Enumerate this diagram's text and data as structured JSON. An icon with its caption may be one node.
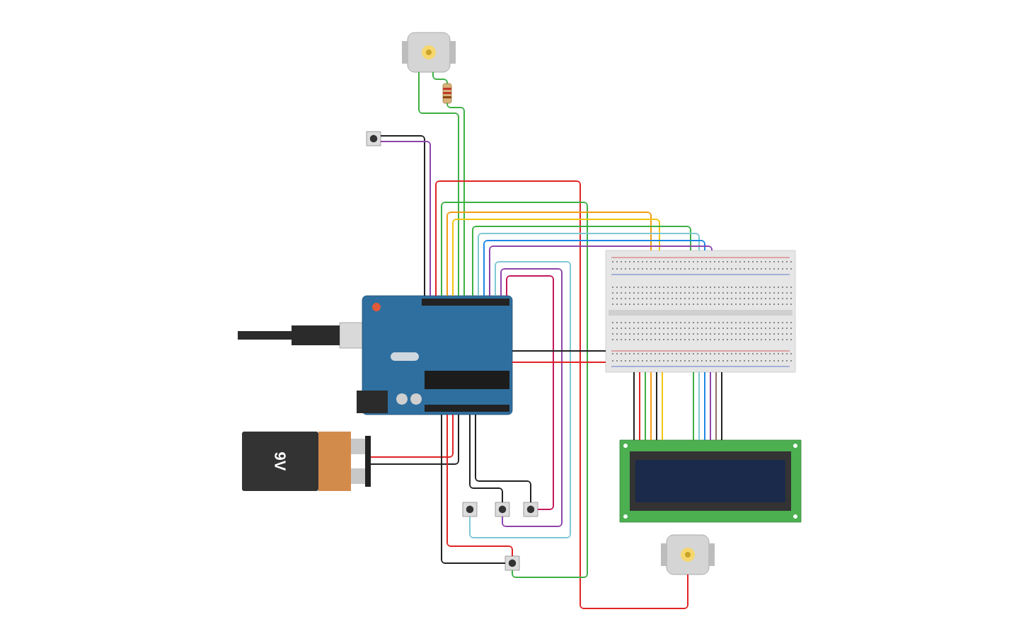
{
  "diagram": {
    "nodes": [
      {
        "text": [],
        "shape": "picture"
      },
      {
        "text": [],
        "shape": "picture"
      },
      {
        "text": [],
        "shape": "picture"
      },
      {
        "text": [],
        "shape": "picture"
      },
      {
        "text": [],
        "shape": "picture"
      },
      {
        "text": [
          "9V"
        ]
      },
      {
        "text": [],
        "shape": "picture"
      },
      {
        "text": [],
        "shape": "picture"
      },
      {
        "text": [],
        "shape": "picture"
      },
      {
        "text": [],
        "shape": "picture"
      },
      {
        "text": [],
        "shape": "picture"
      },
      {
        "text": [],
        "shape": "picture"
      }
    ],
    "edges": [
      {
        "from": 0,
        "to": 1,
        "arrow": "none",
        "color": "#3cb043"
      },
      {
        "from": 1,
        "to": 3,
        "arrow": "none",
        "color": "#3cb043"
      },
      {
        "from": 0,
        "to": 3,
        "arrow": "none",
        "color": "#3cb043"
      },
      {
        "from": 2,
        "to": 3,
        "arrow": "none",
        "color": "#222222"
      },
      {
        "from": 2,
        "to": 3,
        "arrow": "none",
        "color": "#8e44ad"
      },
      {
        "from": 3,
        "to": 11,
        "arrow": "none",
        "color": "#e02424"
      },
      {
        "from": 3,
        "to": 10,
        "arrow": "none",
        "color": "#3cb043"
      },
      {
        "from": 3,
        "to": 4,
        "arrow": "none",
        "color": "#f39c12"
      },
      {
        "from": 3,
        "to": 4,
        "arrow": "none",
        "color": "#f1c40f"
      },
      {
        "from": 3,
        "to": 4,
        "arrow": "none",
        "color": "#3cb043"
      },
      {
        "from": 3,
        "to": 4,
        "arrow": "none",
        "color": "#7ec8d3"
      },
      {
        "from": 3,
        "to": 4,
        "arrow": "none",
        "color": "#1e88e5"
      },
      {
        "from": 3,
        "to": 4,
        "arrow": "none",
        "color": "#8e44ad"
      },
      {
        "from": 3,
        "to": 7,
        "arrow": "none",
        "color": "#7ec8d3"
      },
      {
        "from": 3,
        "to": 8,
        "arrow": "none",
        "color": "#8e44ad"
      },
      {
        "from": 3,
        "to": 9,
        "arrow": "none",
        "color": "#c2185b"
      },
      {
        "from": 3,
        "to": 4,
        "arrow": "none",
        "color": "#222222"
      },
      {
        "from": 3,
        "to": 4,
        "arrow": "none",
        "color": "#e02424"
      },
      {
        "from": 5,
        "to": 3,
        "arrow": "none",
        "color": "#e02424"
      },
      {
        "from": 5,
        "to": 3,
        "arrow": "none",
        "color": "#222222"
      },
      {
        "from": 8,
        "to": 3,
        "arrow": "none",
        "color": "#222222"
      },
      {
        "from": 9,
        "to": 3,
        "arrow": "none",
        "color": "#222222"
      },
      {
        "from": 10,
        "to": 3,
        "arrow": "none",
        "color": "#222222"
      },
      {
        "from": 10,
        "to": 3,
        "arrow": "none",
        "color": "#e02424"
      },
      {
        "from": 4,
        "to": 6,
        "arrow": "none",
        "color": "#222222"
      },
      {
        "from": 4,
        "to": 6,
        "arrow": "none",
        "color": "#e02424"
      },
      {
        "from": 4,
        "to": 6,
        "arrow": "none",
        "color": "#3cb043"
      },
      {
        "from": 4,
        "to": 6,
        "arrow": "none",
        "color": "#f39c12"
      },
      {
        "from": 4,
        "to": 6,
        "arrow": "none",
        "color": "#222222"
      },
      {
        "from": 4,
        "to": 6,
        "arrow": "none",
        "color": "#f1c40f"
      },
      {
        "from": 4,
        "to": 6,
        "arrow": "none",
        "color": "#3cb043"
      },
      {
        "from": 4,
        "to": 6,
        "arrow": "none",
        "color": "#7ec8d3"
      },
      {
        "from": 4,
        "to": 6,
        "arrow": "none",
        "color": "#1e88e5"
      },
      {
        "from": 4,
        "to": 6,
        "arrow": "none",
        "color": "#8e44ad"
      },
      {
        "from": 4,
        "to": 6,
        "arrow": "none",
        "color": "#8d6e63"
      },
      {
        "from": 4,
        "to": 6,
        "arrow": "none",
        "color": "#222222"
      }
    ]
  }
}
